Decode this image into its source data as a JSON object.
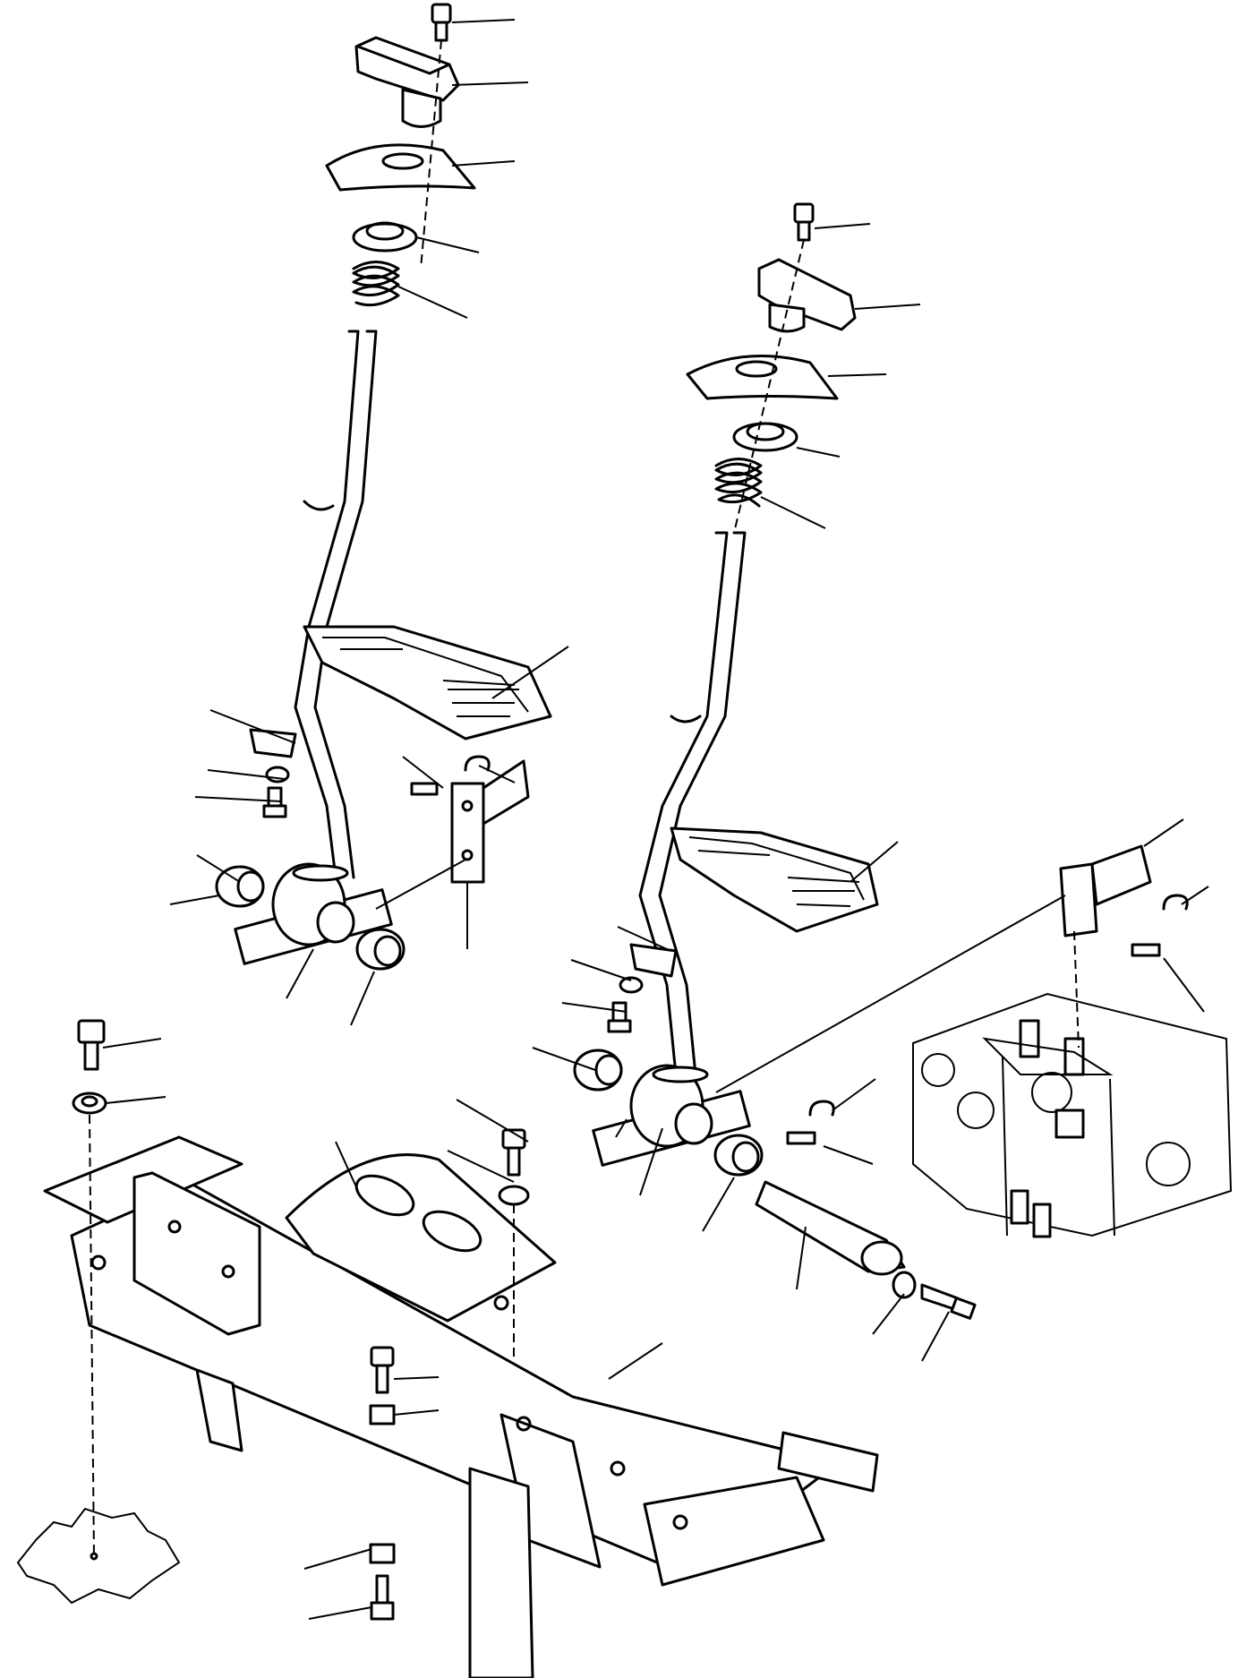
{
  "drawing": {
    "kind": "exploded parts diagram",
    "assemblies": [
      "left-control-lever",
      "right-control-lever",
      "pedal-support-frame",
      "valve-block"
    ],
    "callout_count": 46,
    "has_text_labels": false
  }
}
